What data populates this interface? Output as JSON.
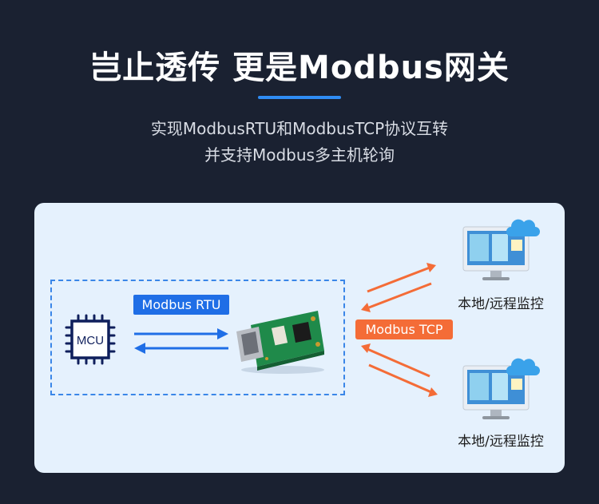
{
  "header": {
    "title": "岂止透传 更是Modbus网关",
    "subtitle_line1": "实现ModbusRTU和ModbusTCP协议互转",
    "subtitle_line2": "并支持Modbus多主机轮询"
  },
  "diagram": {
    "mcu_label": "MCU",
    "rtu_label": "Modbus RTU",
    "tcp_label": "Modbus TCP",
    "remote_top_label": "本地/远程监控",
    "remote_bottom_label": "本地/远程监控"
  },
  "colors": {
    "background": "#1a2131",
    "panel": "#e5f1fd",
    "accent_blue": "#1f6ee6",
    "accent_orange": "#f46c37"
  },
  "icons": [
    "cpu-chip-icon",
    "ethernet-module-icon",
    "monitor-icon",
    "cloud-icon"
  ]
}
